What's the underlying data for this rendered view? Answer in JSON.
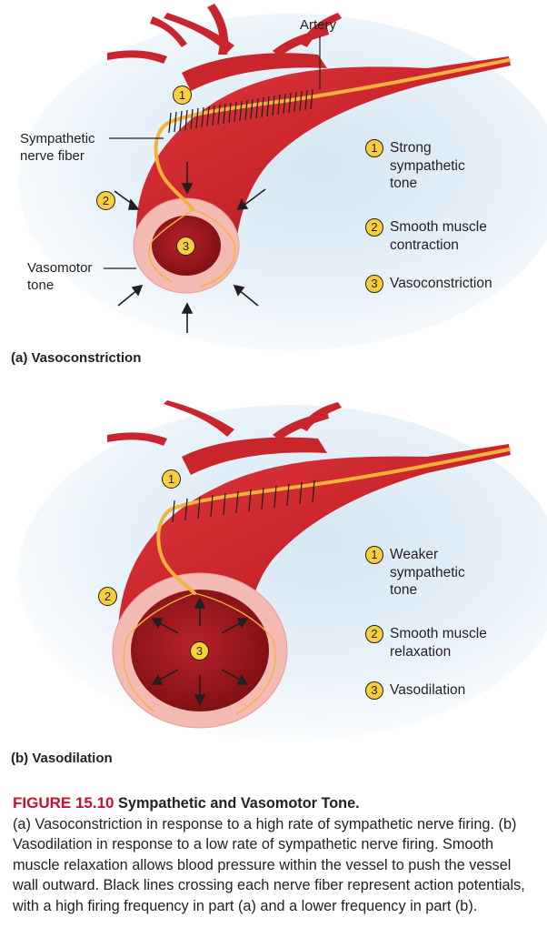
{
  "panel_a": {
    "labels": {
      "artery": "Artery",
      "sympathetic_nerve_fiber": "Sympathetic\nnerve fiber",
      "vasomotor_tone": "Vasomotor\ntone"
    },
    "badges": [
      "1",
      "2",
      "3"
    ],
    "legend": [
      {
        "num": "1",
        "text": "Strong sympathetic tone"
      },
      {
        "num": "2",
        "text": "Smooth muscle contraction"
      },
      {
        "num": "3",
        "text": "Vasoconstriction"
      }
    ],
    "caption": "(a) Vasoconstriction"
  },
  "panel_b": {
    "badges": [
      "1",
      "2",
      "3"
    ],
    "legend": [
      {
        "num": "1",
        "text": "Weaker sympathetic tone"
      },
      {
        "num": "2",
        "text": "Smooth muscle relaxation"
      },
      {
        "num": "3",
        "text": "Vasodilation"
      }
    ],
    "caption": "(b) Vasodilation"
  },
  "figure": {
    "number": "FIGURE 15.10",
    "title": "Sympathetic and Vasomotor Tone.",
    "body": "(a) Vasoconstriction in response to a high rate of sympathetic nerve firing. (b) Vasodilation in response to a low rate of sympathetic nerve firing. Smooth muscle relaxation allows blood pressure within the vessel to push the vessel wall outward. Black lines crossing each nerve fiber represent action potentials, with a high firing frequency in part (a) and a lower frequency in part (b)."
  },
  "colors": {
    "vessel": "#c9252c",
    "vessel_dark": "#8e1418",
    "lumen": "#a61a20",
    "wall": "#f3b9b3",
    "nerve": "#f3b23a",
    "badge": "#f7cf3b",
    "caption_accent": "#c8102e"
  }
}
